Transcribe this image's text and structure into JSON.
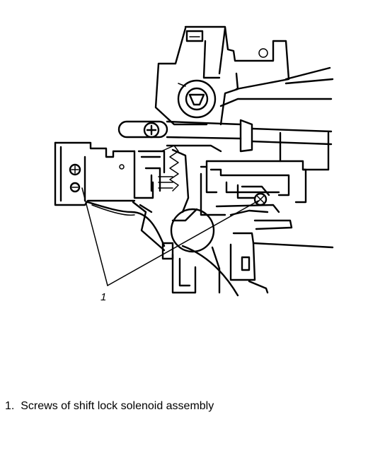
{
  "callout": {
    "number": "1"
  },
  "legend": {
    "items": [
      {
        "number": "1.",
        "text": "Screws of shift lock solenoid assembly"
      }
    ]
  }
}
